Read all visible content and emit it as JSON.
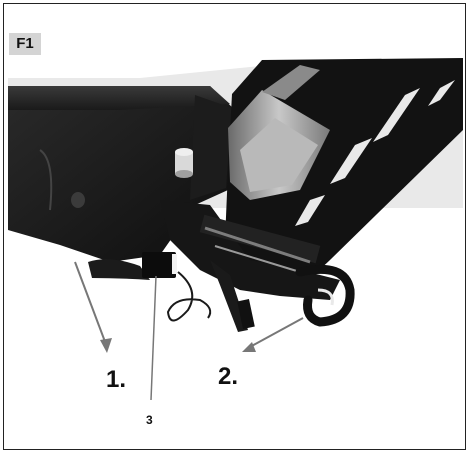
{
  "figure": {
    "label": "F1"
  },
  "steps": [
    {
      "label": "1."
    },
    {
      "label": "2."
    }
  ],
  "callouts": [
    {
      "label": "3"
    }
  ]
}
